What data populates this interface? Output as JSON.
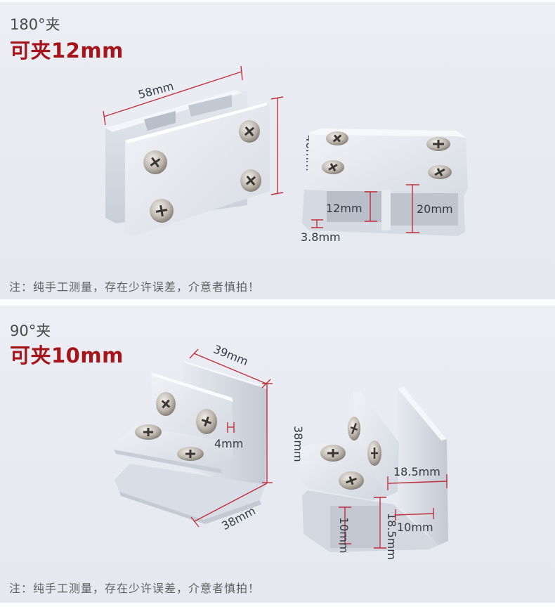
{
  "panels": [
    {
      "subtitle": "180°夹",
      "title": "可夹12mm",
      "note": "注：纯手工测量，存在少许误差，介意者慎拍！",
      "dimensions": {
        "length": "58mm",
        "height": "40mm",
        "slot_inner": "12mm",
        "overall_thickness": "20mm",
        "wall": "3.8mm"
      }
    },
    {
      "subtitle": "90°夹",
      "title": "可夹10mm",
      "note": "注：纯手工测量，存在少许误差，介意者慎拍！",
      "dimensions": {
        "width": "39mm",
        "height": "38mm",
        "wall": "4mm",
        "depth": "38mm",
        "side_depth": "18.5mm",
        "side_height": "18.5mm",
        "slot_height": "10mm",
        "slot_width": "10mm"
      }
    }
  ],
  "colors": {
    "title_red": "#a5151c",
    "dimension_line": "#c0303c",
    "aluminum": "#dfe3ea",
    "background": "#eaedf3"
  }
}
